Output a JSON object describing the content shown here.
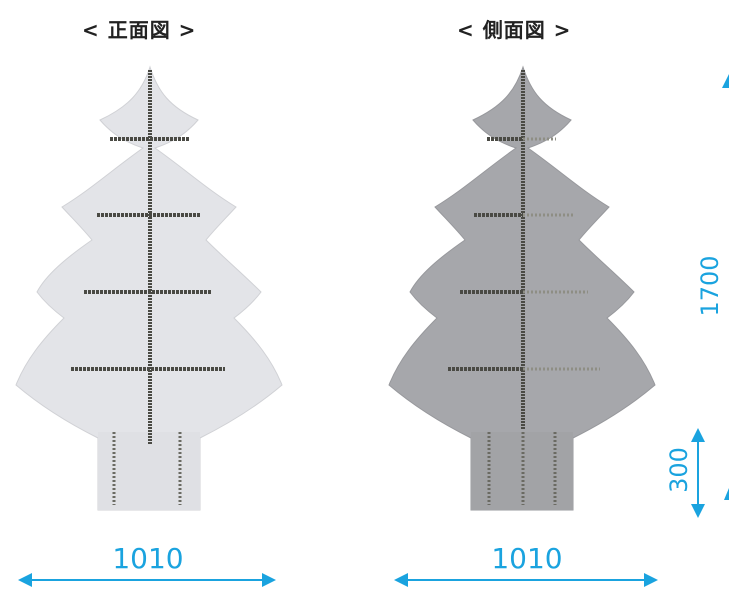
{
  "front_view": {
    "title": "< 正面図 >",
    "width_label": "1010"
  },
  "side_view": {
    "title": "< 側面図 >",
    "width_label": "1010"
  },
  "dimensions": {
    "height_label": "1700",
    "base_label": "300"
  },
  "colors": {
    "dimension": "#1aa3df",
    "front_panel": "#e3e4e8",
    "side_panel": "#a6a7ab",
    "slot": "#4a4a44"
  }
}
